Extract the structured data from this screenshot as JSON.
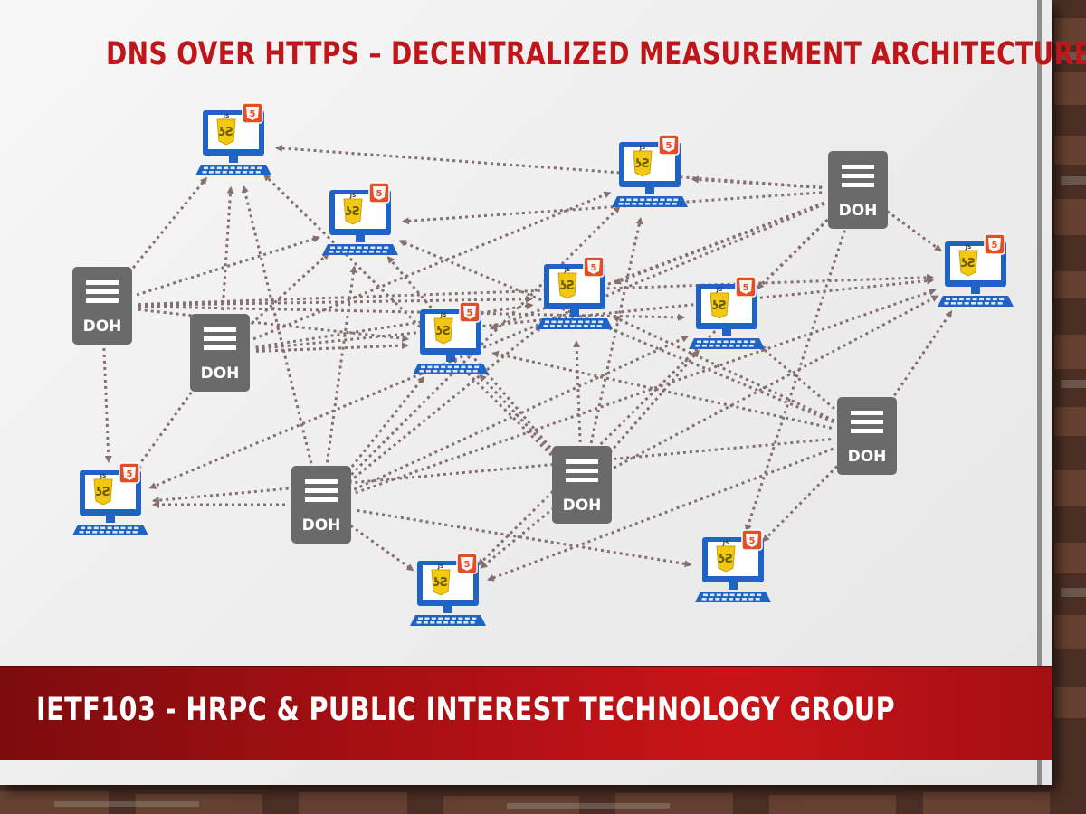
{
  "slide": {
    "title": "DNS OVER HTTPS – DECENTRALIZED MEASUREMENT ARCHITECTURE",
    "footer": "IETF103 - HRPC & PUBLIC INTEREST TECHNOLOGY GROUP"
  },
  "colors": {
    "title": "#c0161a",
    "footer_bar": "#b31216",
    "client_blue": "#1f63c4",
    "server_gray": "#6a6a6a",
    "arrow": "#85706f",
    "js_badge": "#f2c811",
    "html5_badge": "#e44d26"
  },
  "icons": {
    "client": "computer-monitor-icon",
    "client_badges": [
      "js-icon",
      "html5-icon"
    ],
    "server": "server-icon"
  },
  "nodes": {
    "server_label": "DOH",
    "js_label": "JS",
    "html5_label": "5",
    "clients": [
      {
        "id": "c1"
      },
      {
        "id": "c2"
      },
      {
        "id": "c3"
      },
      {
        "id": "c4"
      },
      {
        "id": "c5"
      },
      {
        "id": "c6"
      },
      {
        "id": "c7"
      },
      {
        "id": "c8"
      },
      {
        "id": "c9"
      },
      {
        "id": "c10"
      }
    ],
    "servers": [
      {
        "id": "s1"
      },
      {
        "id": "s2"
      },
      {
        "id": "s3"
      },
      {
        "id": "s4"
      },
      {
        "id": "s5"
      },
      {
        "id": "s6"
      }
    ]
  },
  "edges": [
    [
      "s1",
      "c1"
    ],
    [
      "s1",
      "c3"
    ],
    [
      "s1",
      "c4"
    ],
    [
      "s1",
      "c6"
    ],
    [
      "s1",
      "c5"
    ],
    [
      "s1",
      "c8"
    ],
    [
      "s2",
      "c1"
    ],
    [
      "s2",
      "c3"
    ],
    [
      "s2",
      "c2"
    ],
    [
      "s2",
      "c4"
    ],
    [
      "s2",
      "c5"
    ],
    [
      "s2",
      "c8"
    ],
    [
      "s3",
      "c1"
    ],
    [
      "s3",
      "c3"
    ],
    [
      "s3",
      "c4"
    ],
    [
      "s3",
      "c5"
    ],
    [
      "s3",
      "c6"
    ],
    [
      "s3",
      "c7"
    ],
    [
      "s3",
      "c8"
    ],
    [
      "s3",
      "c9"
    ],
    [
      "s3",
      "c10"
    ],
    [
      "s4",
      "c2"
    ],
    [
      "s4",
      "c3"
    ],
    [
      "s4",
      "c4"
    ],
    [
      "s4",
      "c5"
    ],
    [
      "s4",
      "c6"
    ],
    [
      "s4",
      "c7"
    ],
    [
      "s4",
      "c8"
    ],
    [
      "s4",
      "c9"
    ],
    [
      "s4",
      "c10"
    ],
    [
      "s4",
      "c1"
    ],
    [
      "s5",
      "c1"
    ],
    [
      "s5",
      "c2"
    ],
    [
      "s5",
      "c3"
    ],
    [
      "s5",
      "c4"
    ],
    [
      "s5",
      "c5"
    ],
    [
      "s5",
      "c6"
    ],
    [
      "s5",
      "c7"
    ],
    [
      "s6",
      "c5"
    ],
    [
      "s6",
      "c4"
    ],
    [
      "s6",
      "c6"
    ],
    [
      "s6",
      "c7"
    ],
    [
      "s6",
      "c10"
    ],
    [
      "s6",
      "c8"
    ],
    [
      "s6",
      "c9"
    ],
    [
      "s6",
      "c3"
    ],
    [
      "s1",
      "c7"
    ],
    [
      "s2",
      "c7"
    ],
    [
      "s5",
      "c10"
    ],
    [
      "s4",
      "c2"
    ],
    [
      "s3",
      "c2"
    ]
  ]
}
